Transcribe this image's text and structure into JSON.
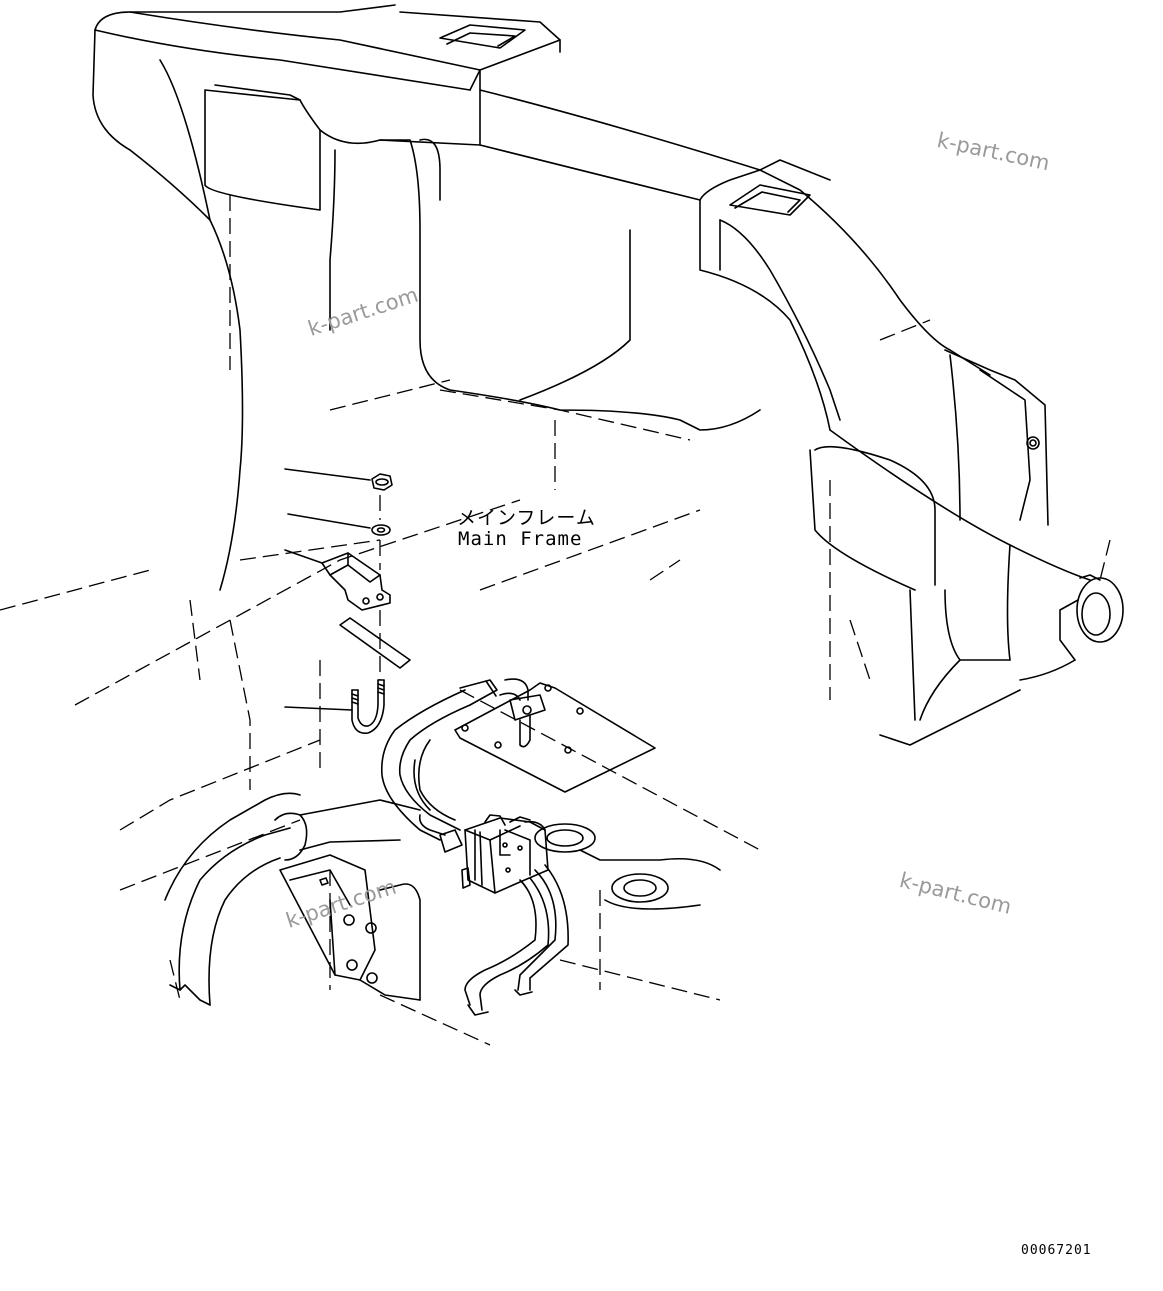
{
  "labels": {
    "main_frame_jp": "メインフレーム",
    "main_frame_en": "Main Frame"
  },
  "watermarks": [
    "k-part.com",
    "k-part.com",
    "k-part.com",
    "k-part.com"
  ],
  "drawing_code": "00067201",
  "leader_lines": [
    {
      "part": "nut"
    },
    {
      "part": "washer"
    },
    {
      "part": "bracket"
    },
    {
      "part": "u-bolt"
    }
  ]
}
